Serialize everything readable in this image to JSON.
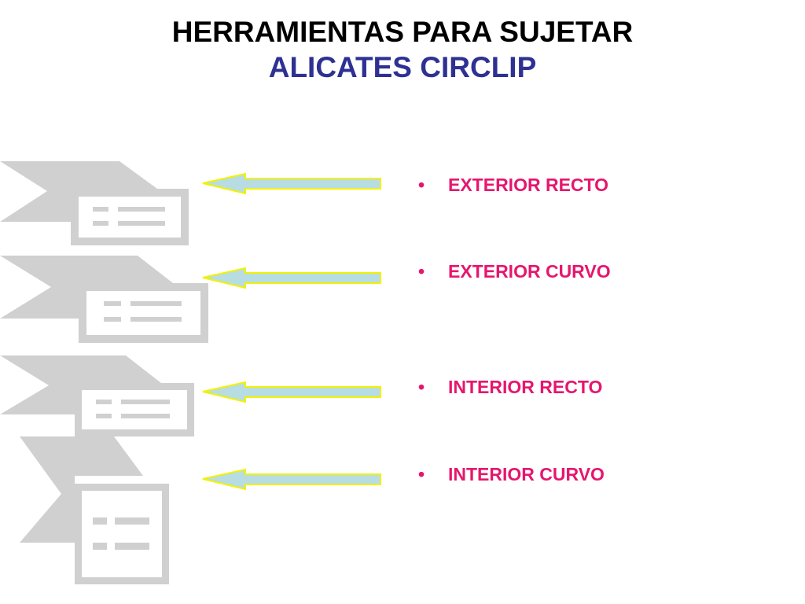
{
  "slide": {
    "title_line1": "HERRAMIENTAS PARA SUJETAR",
    "title_line2": "ALICATES  CIRCLIP"
  },
  "items": [
    {
      "label": "EXTERIOR RECTO"
    },
    {
      "label": "EXTERIOR CURVO"
    },
    {
      "label": "INTERIOR RECTO"
    },
    {
      "label": "INTERIOR CURVO"
    }
  ],
  "bullet_char": "•",
  "colors": {
    "title_primary": "#000000",
    "title_secondary": "#2e3192",
    "item_text": "#e6166e",
    "placeholder_gray": "#d0d0d0",
    "arrow_fill": "#b7dde3",
    "arrow_outline": "#f2f200"
  },
  "icons": [
    "picture-placeholder-icon",
    "left-arrow-icon"
  ]
}
